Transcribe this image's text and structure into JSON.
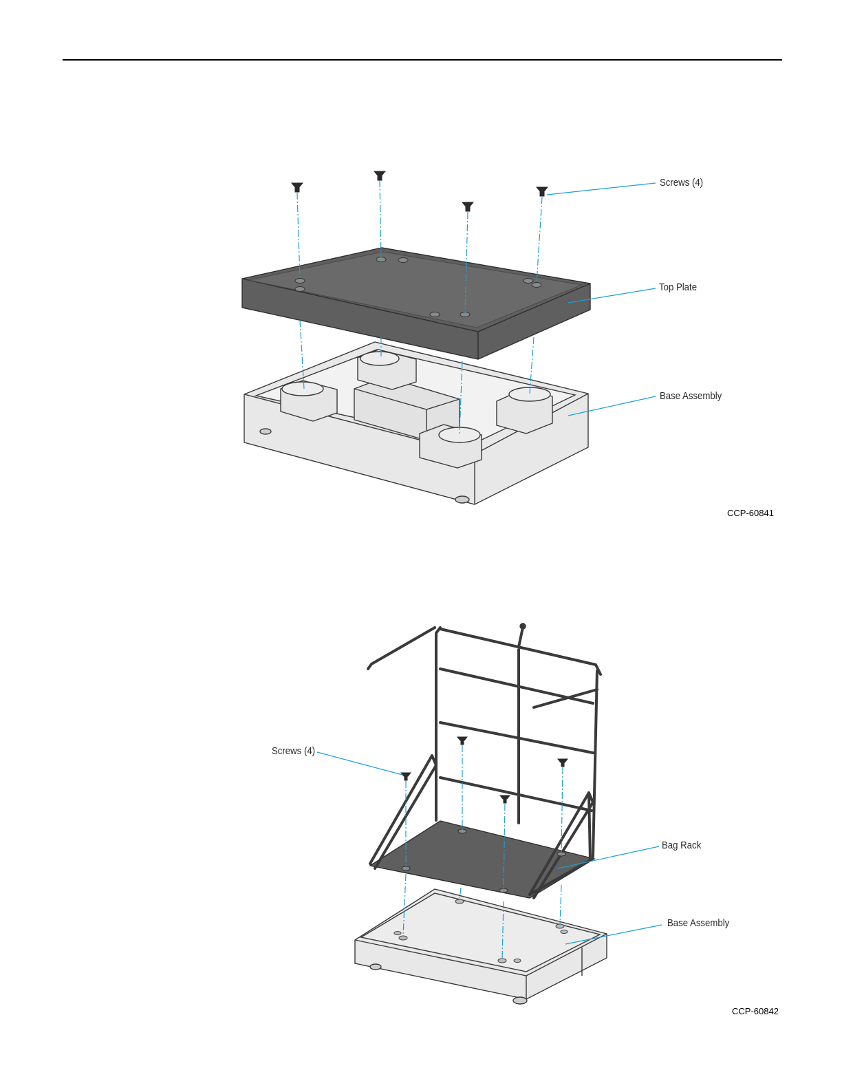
{
  "figure1": {
    "code": "CCP-60841",
    "labels": {
      "screws": "Screws (4)",
      "top_plate": "Top Plate",
      "base_assembly": "Base Assembly"
    }
  },
  "figure2": {
    "code": "CCP-60842",
    "labels": {
      "screws": "Screws (4)",
      "bag_rack": "Bag Rack",
      "base_assembly": "Base Assembly"
    }
  },
  "colors": {
    "leader": "#1aa0d8",
    "plate": "#5f5f5f",
    "plate_edge": "#2f2f2f",
    "base": "#e8e8e8",
    "outline": "#3a3a3a"
  }
}
